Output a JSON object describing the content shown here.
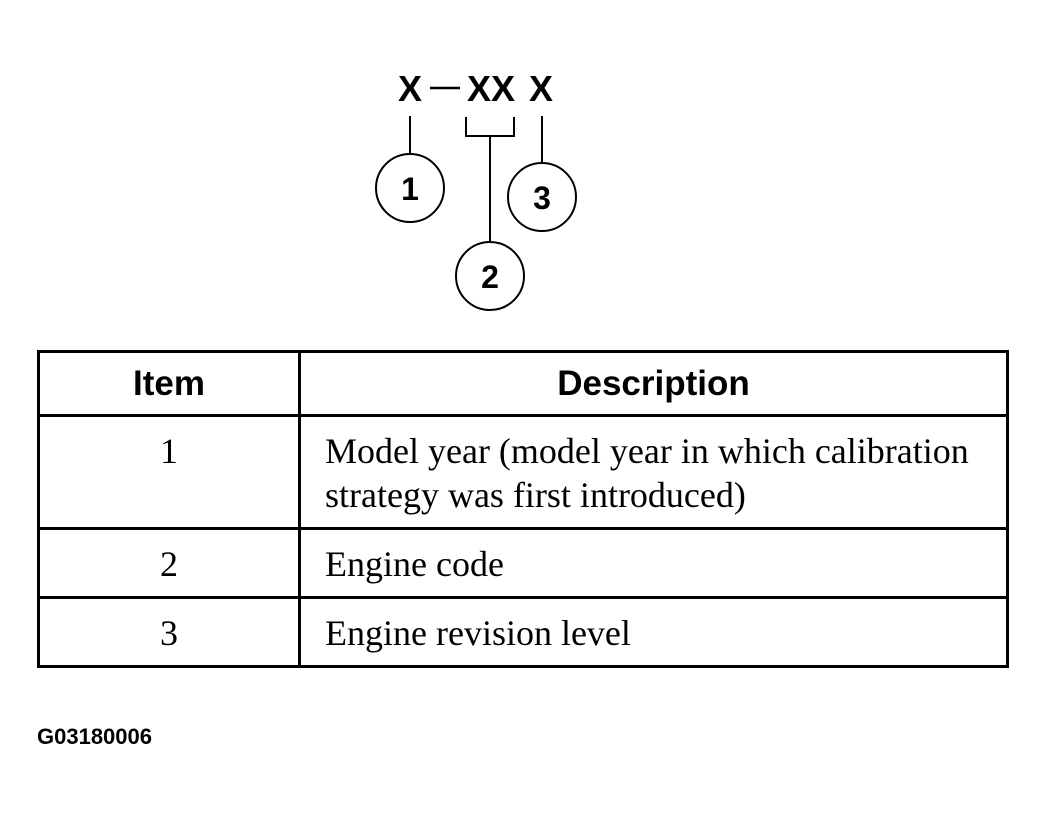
{
  "diagram": {
    "code_parts": [
      "X",
      "XX",
      "X"
    ],
    "callouts": [
      "1",
      "2",
      "3"
    ]
  },
  "table": {
    "headers": [
      "Item",
      "Description"
    ],
    "rows": [
      {
        "item": "1",
        "description": "Model year (model year in which calibration strategy was first introduced)"
      },
      {
        "item": "2",
        "description": "Engine code"
      },
      {
        "item": "3",
        "description": "Engine revision level"
      }
    ]
  },
  "figure_id": "G03180006"
}
